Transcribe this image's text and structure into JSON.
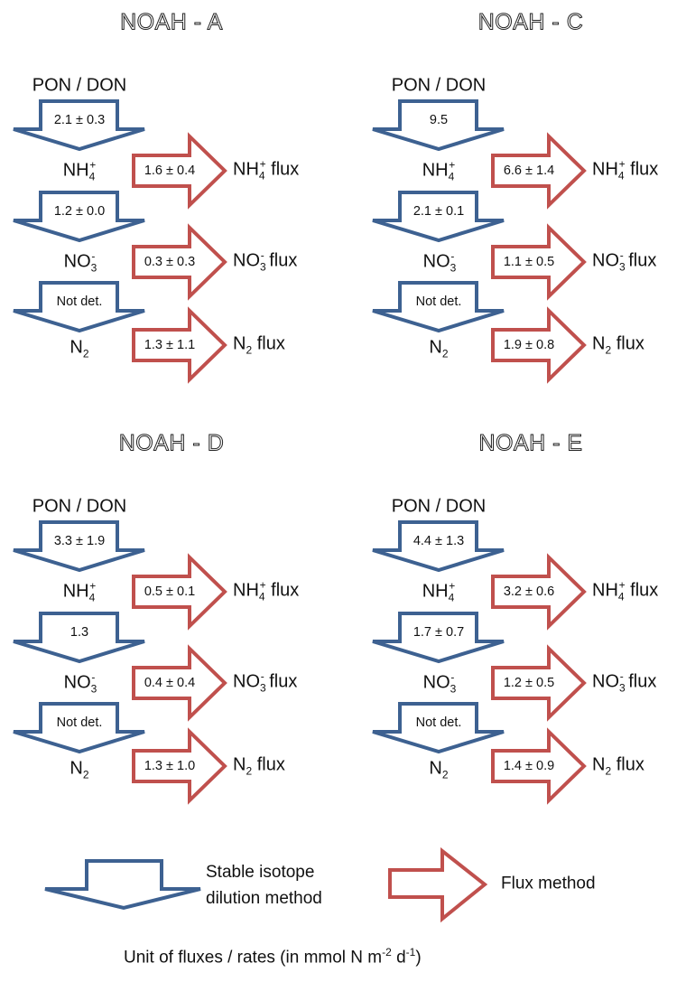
{
  "colors": {
    "isotope": "#3d6191",
    "flux": "#c0504d"
  },
  "species": {
    "pon_don": {
      "base": "PON / DON"
    },
    "nh4": {
      "base": "NH",
      "sub": "4",
      "sup": "+"
    },
    "no3": {
      "base": "NO",
      "sub": "3",
      "sup": "-"
    },
    "n2": {
      "base": "N",
      "sub": "2"
    }
  },
  "flux_labels": {
    "nh4": {
      "base": "NH",
      "sub": "4",
      "sup": "+",
      "suffix": " flux"
    },
    "no3": {
      "base": "NO",
      "sub": "3",
      "sup": "-",
      "suffix": " flux"
    },
    "n2": {
      "base": "N",
      "sub": "2",
      "suffix": " flux"
    }
  },
  "panels": [
    {
      "title": "NOAH - A",
      "isotope": [
        "2.1 ± 0.3",
        "1.2 ± 0.0",
        "Not det."
      ],
      "flux": [
        "1.6 ± 0.4",
        "0.3 ± 0.3",
        "1.3 ± 1.1"
      ]
    },
    {
      "title": "NOAH - C",
      "isotope": [
        "9.5",
        "2.1 ± 0.1",
        "Not det."
      ],
      "flux": [
        "6.6 ± 1.4",
        "1.1 ± 0.5",
        "1.9 ± 0.8"
      ]
    },
    {
      "title": "NOAH - D",
      "isotope": [
        "3.3 ± 1.9",
        "1.3",
        "Not det."
      ],
      "flux": [
        "0.5 ± 0.1",
        "0.4 ± 0.4",
        "1.3 ± 1.0"
      ]
    },
    {
      "title": "NOAH - E",
      "isotope": [
        "4.4 ± 1.3",
        "1.7 ± 0.7",
        "Not det."
      ],
      "flux": [
        "3.2 ± 0.6",
        "1.2 ± 0.5",
        "1.4 ± 0.9"
      ]
    }
  ],
  "legend": {
    "isotope_line1": "Stable isotope",
    "isotope_line2": "dilution method",
    "flux": "Flux method",
    "unit": {
      "text": "Unit of fluxes / rates  (in mmol N m",
      "sup1": "-2",
      "mid": " d",
      "sup2": "-1",
      "end": ")"
    }
  }
}
